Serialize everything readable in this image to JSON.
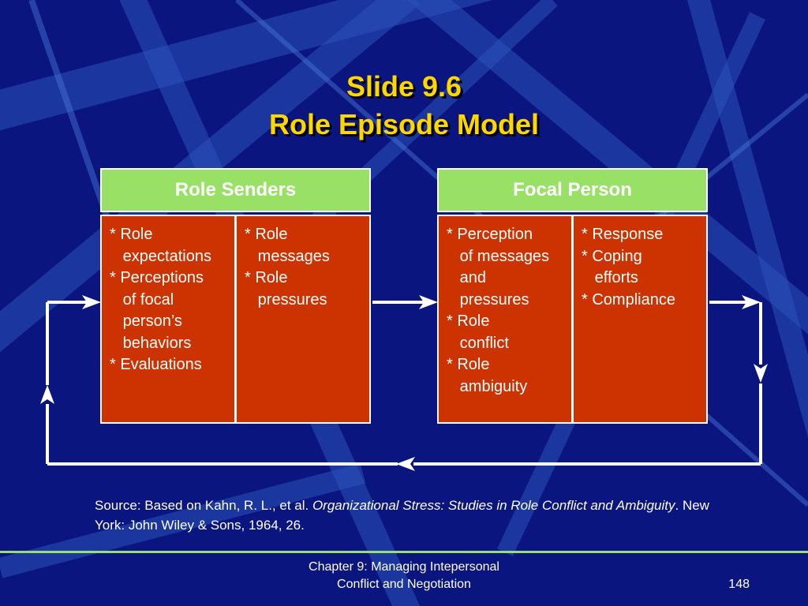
{
  "title": {
    "line1": "Slide 9.6",
    "line2": "Role Episode Model"
  },
  "headers": {
    "role_senders": "Role Senders",
    "focal_person": "Focal Person"
  },
  "cells": [
    [
      "* Role",
      "   expectations",
      "* Perceptions",
      "   of focal",
      "   person’s",
      "   behaviors",
      "* Evaluations"
    ],
    [
      "* Role",
      "   messages",
      "* Role",
      "   pressures"
    ],
    [
      "* Perception",
      "   of messages",
      "   and",
      "   pressures",
      "* Role",
      "   conflict",
      "* Role",
      "   ambiguity"
    ],
    [
      "* Response",
      "* Coping",
      "   efforts",
      "* Compliance"
    ]
  ],
  "source": {
    "prefix": "Source: Based on Kahn, R. L., et al. ",
    "italic": "Organizational Stress: Studies in Role Conflict and Ambiguity",
    "suffix": ". New York: John Wiley & Sons, 1964, 26."
  },
  "footer": {
    "line1": "Chapter 9: Managing Intepersonal",
    "line2": "Conflict and Negotiation",
    "page": "148"
  },
  "colors": {
    "background": "#0a1580",
    "title": "#ffd700",
    "header_fill": "#99e066",
    "cell_fill": "#cc3300",
    "line": "#ffffff"
  }
}
